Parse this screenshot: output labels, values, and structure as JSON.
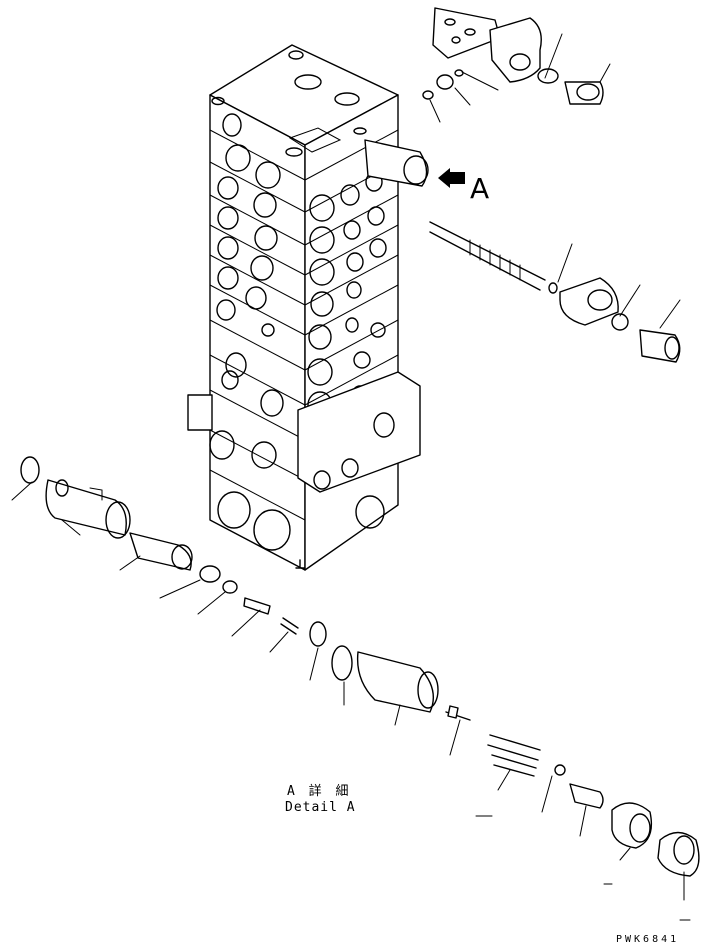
{
  "view_label": "A",
  "detail": {
    "jp": "A 詳 細",
    "en": "Detail A"
  },
  "drawing_code": "PWK6841"
}
